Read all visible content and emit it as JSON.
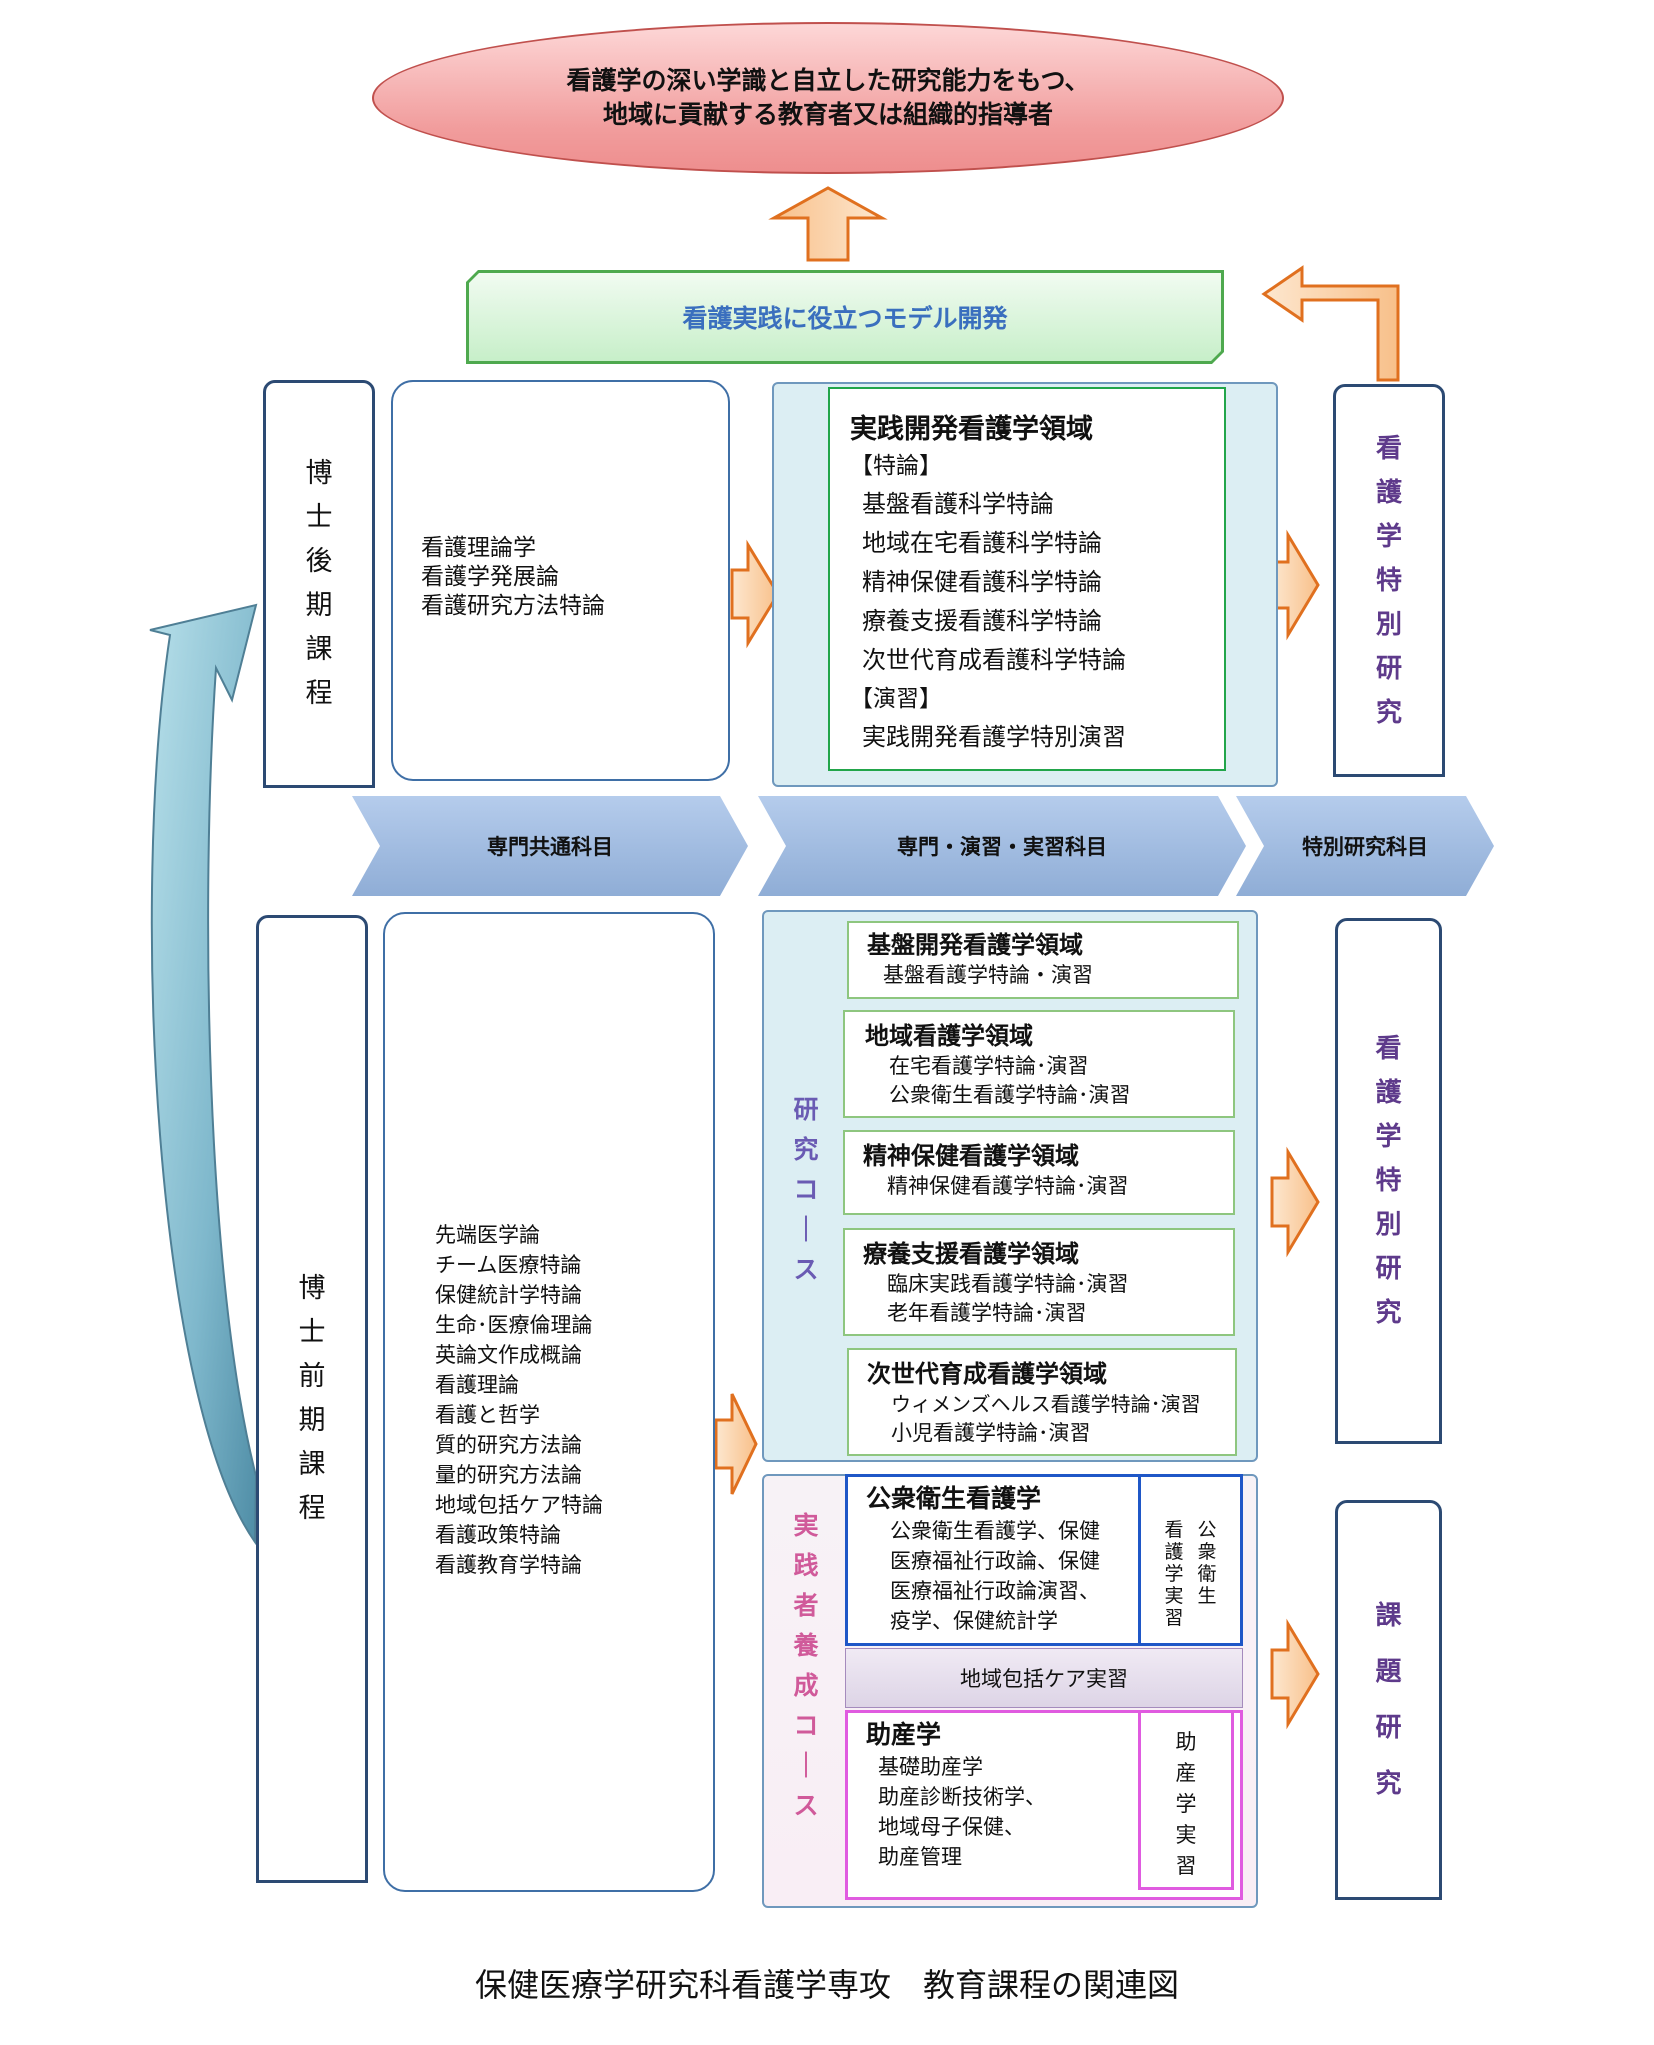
{
  "goal": {
    "line1": "看護学の深い学識と自立した研究能力をもつ、",
    "line2": "地域に貢献する教育者又は組織的指導者"
  },
  "model_dev": "看護実践に役立つモデル開発",
  "doctoral": {
    "label": [
      "博",
      "士",
      "後",
      "期",
      "課",
      "程"
    ],
    "common_subjects": [
      "看護理論学",
      "看護学発展論",
      "看護研究方法特論"
    ],
    "field": {
      "title": "実践開発看護学領域",
      "special_header": "【特論】",
      "special_items": [
        "基盤看護科学特論",
        "地域在宅看護科学特論",
        "精神保健看護科学特論",
        "療養支援看護科学特論",
        "次世代育成看護科学特論"
      ],
      "seminar_header": "【演習】",
      "seminar_items": [
        "実践開発看護学特別演習"
      ]
    },
    "research": [
      "看",
      "護",
      "学",
      "特",
      "別",
      "研",
      "究"
    ]
  },
  "categories": [
    "専門共通科目",
    "専門・演習・実習科目",
    "特別研究科目"
  ],
  "masters": {
    "label": [
      "博",
      "士",
      "前",
      "期",
      "課",
      "程"
    ],
    "common_subjects": [
      "先端医学論",
      "チーム医療特論",
      "保健統計学特論",
      "生命･医療倫理論",
      "英論文作成概論",
      "看護理論",
      "看護と哲学",
      "質的研究方法論",
      "量的研究方法論",
      "地域包括ケア特論",
      "看護政策特論",
      "看護教育学特論"
    ],
    "research_course": {
      "label": [
        "研",
        "究",
        "コ",
        "｜",
        "ス"
      ],
      "areas": [
        {
          "title": "基盤開発看護学領域",
          "items": [
            "基盤看護学特論・演習"
          ]
        },
        {
          "title": "地域看護学領域",
          "items": [
            "在宅看護学特論･演習",
            "公衆衛生看護学特論･演習"
          ]
        },
        {
          "title": "精神保健看護学領域",
          "items": [
            "精神保健看護学特論･演習"
          ]
        },
        {
          "title": "療養支援看護学領域",
          "items": [
            "臨床実践看護学特論･演習",
            "老年看護学特論･演習"
          ]
        },
        {
          "title": "次世代育成看護学領域",
          "items": [
            "ウィメンズヘルス看護学特論･演習",
            "小児看護学特論･演習"
          ]
        }
      ]
    },
    "practitioner_course": {
      "label": [
        "実",
        "践",
        "者",
        "養",
        "成",
        "コ",
        "｜",
        "ス"
      ],
      "public_health": {
        "title": "公衆衛生看護学",
        "items": [
          "公衆衛生看護学、保健",
          "医療福祉行政論、保健",
          "医療福祉行政論演習、",
          "疫学、保健統計学"
        ],
        "practicum_col1": [
          "公",
          "衆",
          "衛",
          "生"
        ],
        "practicum_col2": [
          "看",
          "護",
          "学",
          "実",
          "習"
        ]
      },
      "community_care": "地域包括ケア実習",
      "midwifery": {
        "title": "助産学",
        "items": [
          "基礎助産学",
          "助産診断技術学、",
          "地域母子保健、",
          "助産管理"
        ],
        "practicum": [
          "助",
          "産",
          "学",
          "実",
          "習"
        ]
      }
    },
    "research": [
      "看",
      "護",
      "学",
      "特",
      "別",
      "研",
      "究"
    ],
    "project": [
      "課",
      "題",
      "研",
      "究"
    ]
  },
  "caption": "保健医療学研究科看護学専攻　教育課程の関連図",
  "colors": {
    "arrow_fill": "#fbd6ad",
    "arrow_stroke": "#e0701f",
    "pillar_border": "#2c4a73",
    "big_arrow": "#8fc6d6"
  }
}
